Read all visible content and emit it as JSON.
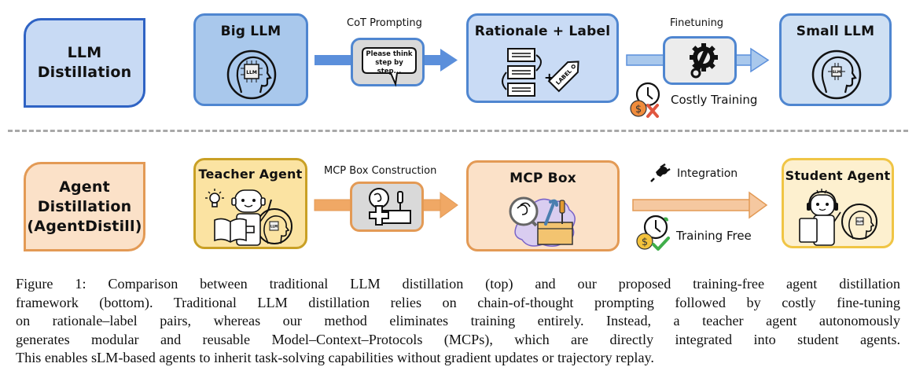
{
  "figure": {
    "top_row": {
      "row_label": [
        "LLM",
        "Distillation"
      ],
      "nodes": [
        {
          "id": "big-llm",
          "title": "Big LLM",
          "chip_text": "LLM"
        },
        {
          "id": "rationale-label",
          "title": "Rationale + Label",
          "tag_text": "LABEL"
        },
        {
          "id": "small-llm",
          "title": "Small LLM",
          "chip_text": "SLM"
        }
      ],
      "edges": [
        {
          "label": "CoT Prompting",
          "bubble_text": [
            "Please think",
            "step by step..."
          ]
        },
        {
          "label": "Finetuning",
          "note": "Costly Training"
        }
      ]
    },
    "bottom_row": {
      "row_label": [
        "Agent",
        "Distillation",
        "(AgentDistill)"
      ],
      "nodes": [
        {
          "id": "teacher-agent",
          "title": "Teacher Agent",
          "chip_text": "LLM"
        },
        {
          "id": "mcp-box",
          "title": "MCP Box"
        },
        {
          "id": "student-agent",
          "title": "Student Agent",
          "chip_text": "SLM"
        }
      ],
      "edges": [
        {
          "label": "MCP Box Construction"
        },
        {
          "label": "Integration",
          "note": "Training Free"
        }
      ]
    },
    "colors": {
      "blue_border": "#4f86d0",
      "blue_arrow": "#5b8fdb",
      "orange_border": "#e39a55",
      "orange_arrow": "#f0a865",
      "yellow_border": "#c9a025",
      "divider": "#a8a8a8",
      "cost_red": "#e0563f",
      "free_green": "#3fae4a"
    }
  },
  "caption": {
    "lines": [
      "Figure 1: Comparison between traditional LLM distillation (top) and our proposed training-free agent distillation",
      "framework (bottom). Traditional LLM distillation relies on chain-of-thought prompting followed by costly fine-tuning",
      "on rationale–label pairs, whereas our method eliminates training entirely.  Instead, a teacher agent autonomously",
      "generates modular and reusable Model–Context–Protocols (MCPs), which are directly integrated into student agents.",
      "This enables sLM-based agents to inherit task-solving capabilities without gradient updates or trajectory replay."
    ]
  }
}
